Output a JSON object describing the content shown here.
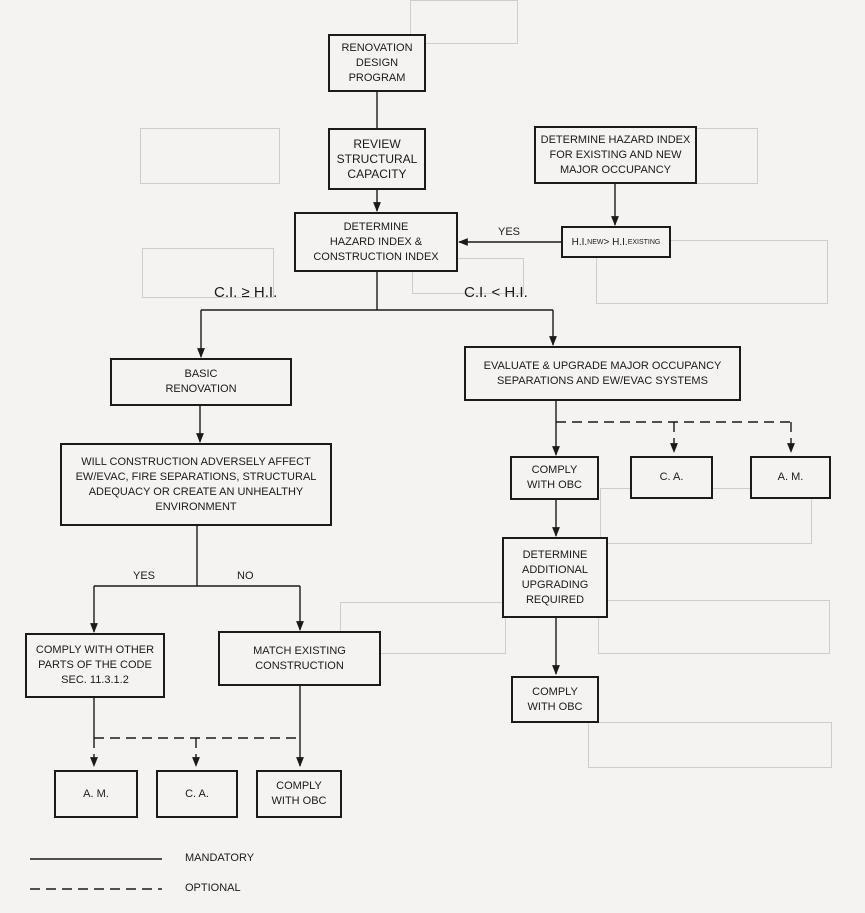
{
  "nodes": {
    "renovation_design_program": "RENOVATION\nDESIGN\nPROGRAM",
    "review_structural_capacity": "REVIEW\nSTRUCTURAL\nCAPACITY",
    "determine_hazard_index_existing_new": "DETERMINE HAZARD INDEX\nFOR EXISTING AND NEW\nMAJOR OCCUPANCY",
    "determine_hazard_construction_index": "DETERMINE\nHAZARD INDEX &\nCONSTRUCTION INDEX",
    "hi_compare": {
      "prefix": "H.I.",
      "sub1": "NEW",
      "op": " > H.I.",
      "sub2": "EXISTING"
    },
    "basic_renovation": "BASIC\nRENOVATION",
    "evaluate_upgrade": "EVALUATE & UPGRADE MAJOR OCCUPANCY\nSEPARATIONS AND EW/EVAC SYSTEMS",
    "will_construction_affect": "WILL CONSTRUCTION ADVERSELY AFFECT\nEW/EVAC, FIRE SEPARATIONS, STRUCTURAL\nADEQUACY OR CREATE AN UNHEALTHY\nENVIRONMENT",
    "comply_obc_right_1": "COMPLY\nWITH OBC",
    "ca_right": "C. A.",
    "am_right": "A. M.",
    "determine_additional_upgrading": "DETERMINE\nADDITIONAL\nUPGRADING\nREQUIRED",
    "comply_obc_right_2": "COMPLY\nWITH OBC",
    "comply_other_parts": "COMPLY WITH OTHER\nPARTS OF THE CODE\nSEC. 11.3.1.2",
    "match_existing": "MATCH EXISTING\nCONSTRUCTION",
    "am_left": "A. M.",
    "ca_left": "C. A.",
    "comply_obc_left": "COMPLY\nWITH OBC"
  },
  "edge_labels": {
    "yes_top": "YES",
    "ci_ge_hi": "C.I. ≥ H.I.",
    "ci_lt_hi": "C.I. < H.I.",
    "yes_branch": "YES",
    "no_branch": "NO"
  },
  "legend": {
    "mandatory": "MANDATORY",
    "optional": "OPTIONAL"
  }
}
